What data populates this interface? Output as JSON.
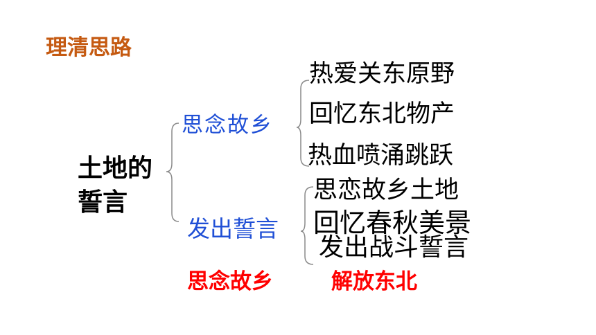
{
  "heading": {
    "text": "理清思路",
    "color": "#c55a11"
  },
  "root": {
    "line1": "土地的",
    "line2": "誓言"
  },
  "branches": [
    {
      "label": "思念故乡",
      "color": "#1f4fd6",
      "leaves": [
        "热爱关东原野",
        "回忆东北物产",
        "热血喷涌跳跃"
      ]
    },
    {
      "label": "发出誓言",
      "color": "#1f4fd6",
      "leaves": [
        "思恋故乡土地",
        "回忆春秋美景",
        "发出战斗誓言"
      ]
    }
  ],
  "summary": {
    "part1": "思念故乡",
    "part2": "解放东北",
    "color": "#ff0000"
  },
  "bracket_color": "#8a8a8a"
}
